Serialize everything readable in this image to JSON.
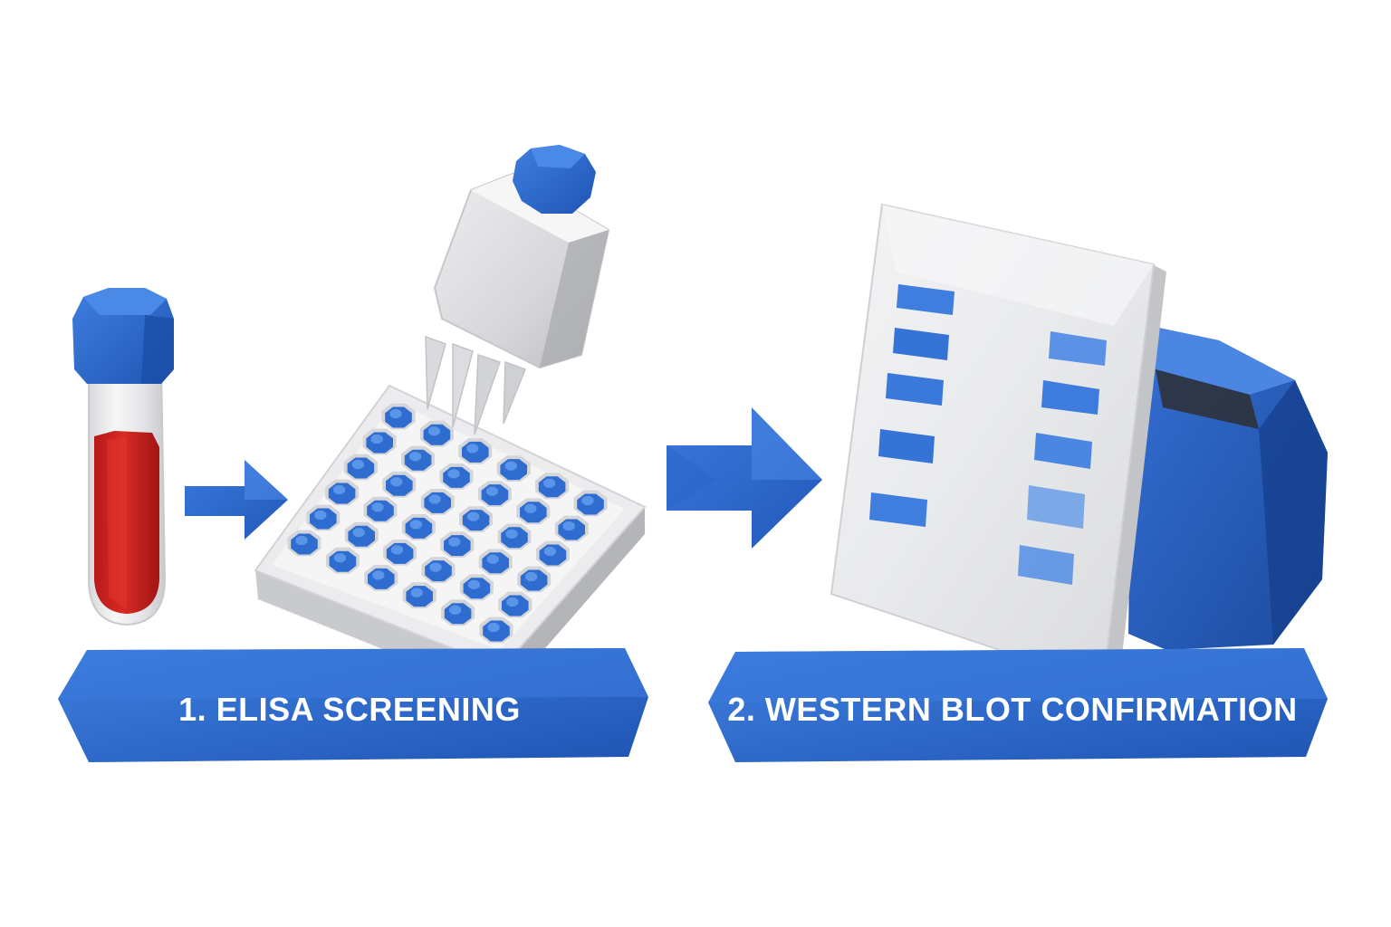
{
  "steps": [
    {
      "number": "1.",
      "label": "1. ELISA SCREENING"
    },
    {
      "number": "2.",
      "label": "2. WESTERN BLOT CONFIRMATION"
    }
  ],
  "colors": {
    "brand_blue": "#2f6ccf",
    "blue_dark": "#1d4fa6",
    "blood_red": "#c8201f",
    "plastic_white": "#e9eaec",
    "plastic_shade": "#c6c8cc",
    "background": "#ffffff"
  },
  "icons": [
    "blood-sample-tube-icon",
    "multichannel-pipette-icon",
    "microplate-icon",
    "western-blot-membrane-icon",
    "electrophoresis-tank-icon",
    "arrow-right-icon"
  ],
  "elisa_plate": {
    "rows": 6,
    "cols": 6
  }
}
